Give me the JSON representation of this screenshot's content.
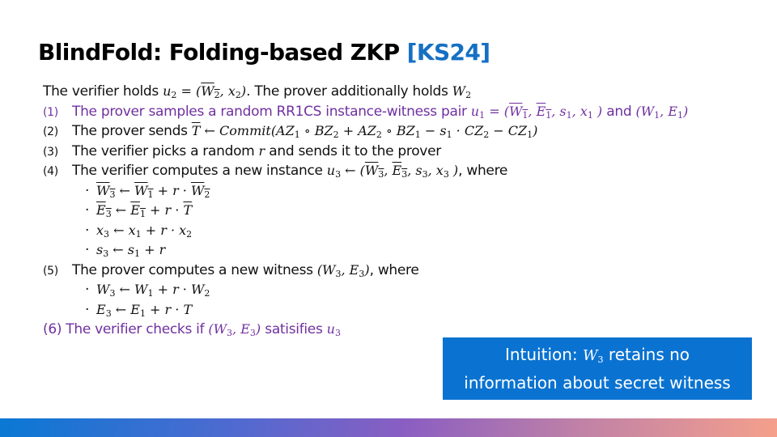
{
  "slide": {
    "title": "BlindFold: Folding-based ZKP",
    "title_ref": "[KS24]",
    "colors": {
      "title": "#000000",
      "ref": "#1570c4",
      "step_highlight": "#7030a0",
      "callout_bg": "#0a73d1",
      "footer_gradient": [
        "#0a78d4",
        "#8a5ec2",
        "#f5a08c"
      ]
    }
  },
  "intro": {
    "text_a": "The verifier holds ",
    "math_a": "u₂ = (W̄₂, x₂)",
    "text_b": ". The prover additionally holds ",
    "math_b": "W₂"
  },
  "steps": [
    {
      "num": "(1)",
      "text_a": "The prover samples a random RR1CS instance-witness pair ",
      "math_a": "u₁ = (W̄₁, Ē₁, s₁, x₁ )",
      "text_b": " and ",
      "math_b": "(W₁, E₁)"
    },
    {
      "num": "(2)",
      "text_a": "The prover sends ",
      "math_a": "T̄ ← Commit(AZ₁ ∘ BZ₂ + AZ₂ ∘ BZ₁ − s₁ · CZ₂ − CZ₁)"
    },
    {
      "num": "(3)",
      "text_a": "The verifier picks a random ",
      "math_a": "r",
      "text_b": " and sends it to the prover"
    },
    {
      "num": "(4)",
      "text_a": "The verifier computes a new instance ",
      "math_a": "u₃ ← (W̄₃, Ē₃, s₃, x₃ )",
      "text_b": ", where",
      "sub": [
        "W̄₃ ← W̄₁ + r · W̄₂",
        "Ē₃ ← Ē₁ + r · T̄",
        "x₃ ← x₁ + r · x₂",
        "s₃ ← s₁ + r"
      ]
    },
    {
      "num": "(5)",
      "text_a": "The prover computes a new witness ",
      "math_a": "(W₃, E₃)",
      "text_b": ", where",
      "sub": [
        "W₃ ← W₁ + r · W₂",
        "E₃ ← E₁ + r · T"
      ]
    },
    {
      "num": "(6)",
      "text_a": "The verifier checks if ",
      "math_a": "(W₃, E₃)",
      "text_b": " satisifies ",
      "math_b": "u₃"
    }
  ],
  "callout": {
    "line1_a": "Intuition: ",
    "line1_math": "W₃",
    "line1_b": " retains no",
    "line2": "information about secret witness"
  }
}
